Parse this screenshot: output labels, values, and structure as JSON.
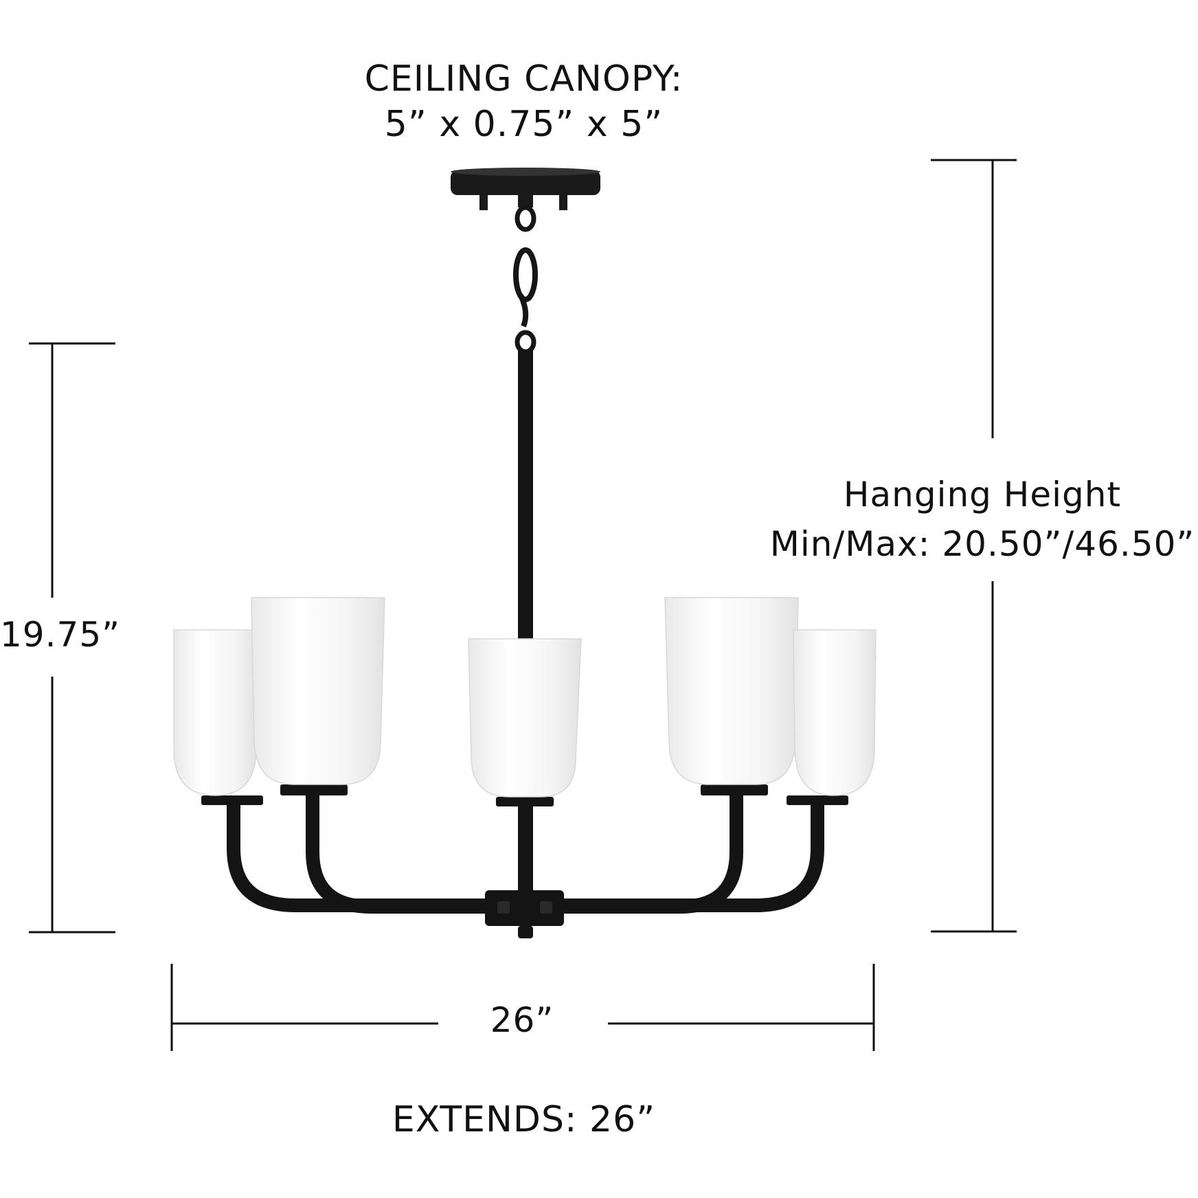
{
  "labels": {
    "canopy_title": "CEILING CANOPY:",
    "canopy_dims": "5” x 0.75” x 5”",
    "hanging_title": "Hanging Height",
    "hanging_dims": "Min/Max: 20.50”/46.50”",
    "fixture_height": "19.75”",
    "fixture_width": "26”",
    "extends": "EXTENDS: 26”"
  },
  "colors": {
    "fixture_finish": "#111111",
    "glass_shade": "#f3f3f3",
    "dimension_line": "#111111"
  }
}
